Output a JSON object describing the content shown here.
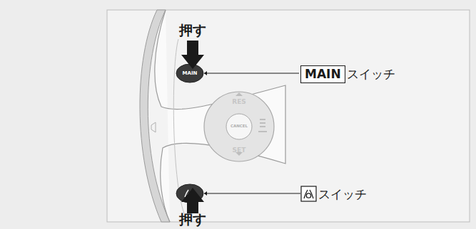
{
  "diagram": {
    "nodes": [
      {
        "text": [
          "MAIN"
        ]
      }
    ],
    "labels": [
      "押す",
      "MAIN",
      "RES",
      "CANCEL",
      "SET",
      "スイッチ",
      "スイッチ",
      "押す"
    ]
  }
}
